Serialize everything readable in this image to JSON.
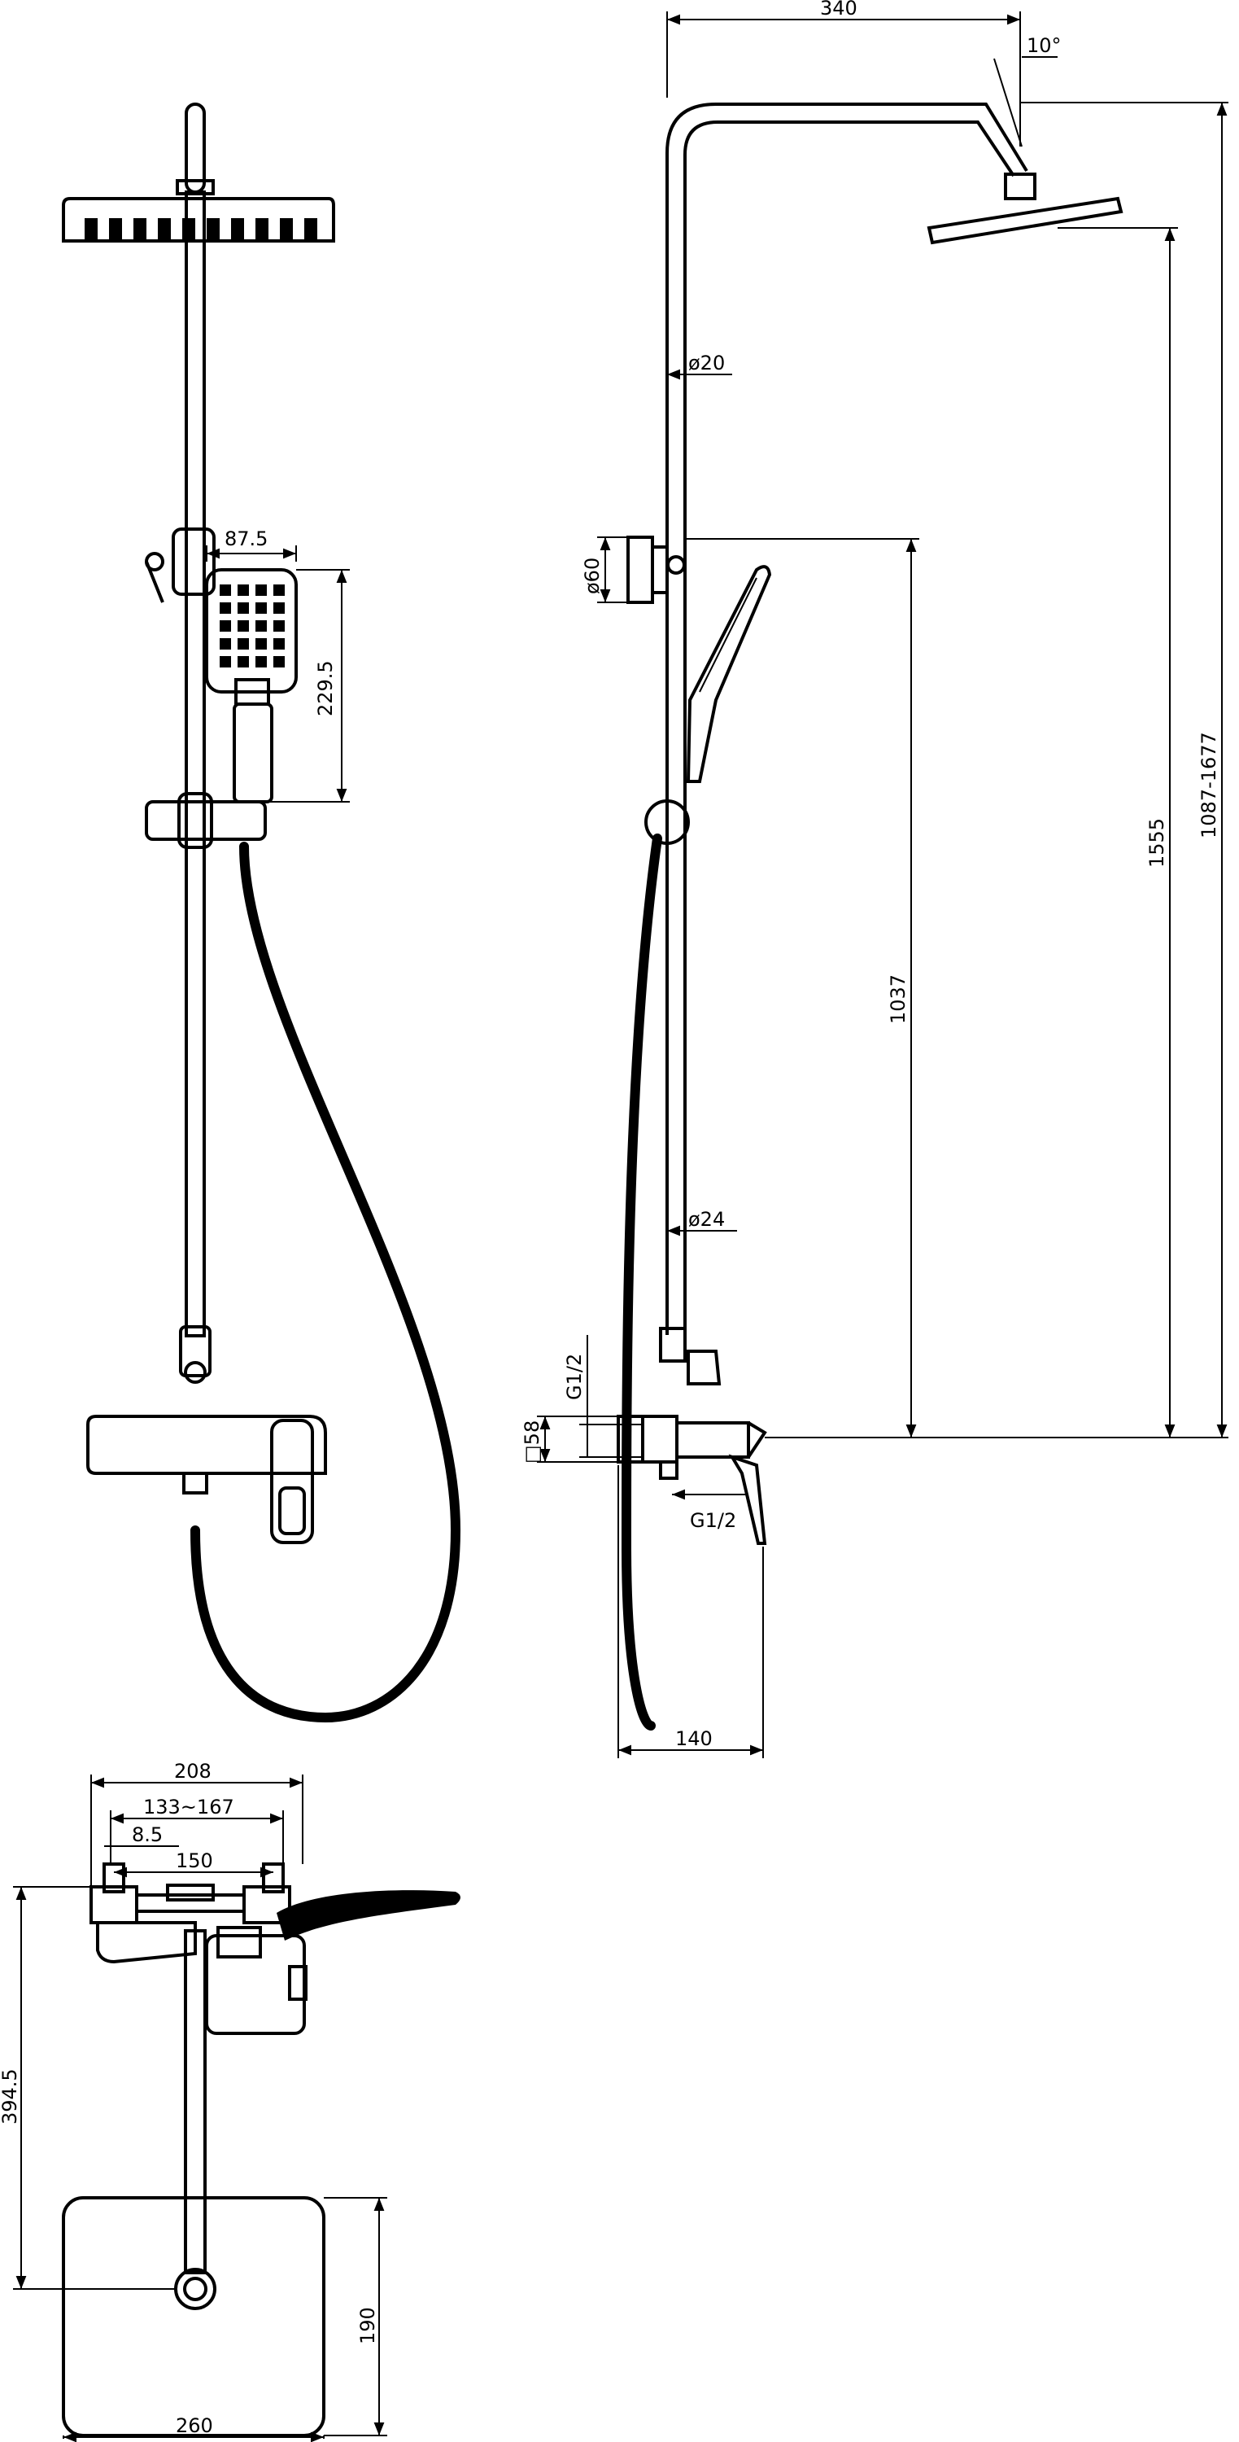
{
  "dimensions": {
    "front": {
      "handshower_offset": "87.5",
      "handshower_height": "229.5"
    },
    "side": {
      "arm_length": "340",
      "head_tilt": "10°",
      "pipe_upper_diameter": "ø20",
      "pipe_lower_diameter": "ø24",
      "bracket_diameter": "ø60",
      "head_height": "1555",
      "adjustable_height": "1087-1677",
      "slider_height": "1037",
      "inlet_thread_upper": "G1/2",
      "inlet_thread_lower": "G1/2",
      "escutcheon_size": "□58",
      "projection": "140"
    },
    "plan": {
      "total_width": "208",
      "centres_range": "133~167",
      "eccentric": "8.5",
      "centres_nominal": "150",
      "depth": "394.5",
      "head_width": "260",
      "head_depth": "190"
    }
  }
}
